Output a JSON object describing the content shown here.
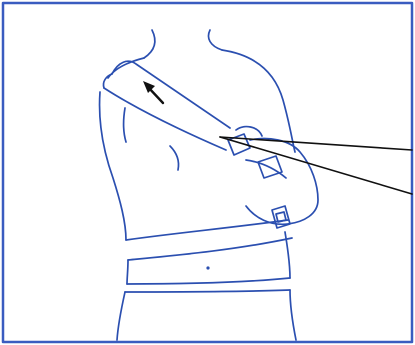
{
  "colors": {
    "background": "#ffffff",
    "line_art": "#2b4fb0",
    "frame": "#3a5cc0",
    "leader_lines": "#111111",
    "arrow": "#111111"
  },
  "illustration": {
    "subject": "torso-with-arm-sling",
    "parts": [
      "neck-outline",
      "shoulder-outline",
      "sling-strap",
      "strap-buckle",
      "sling-pad",
      "waist-belt",
      "belt-buckle",
      "torso-outline",
      "navel"
    ],
    "icons": [
      "direction-arrow-icon"
    ]
  }
}
